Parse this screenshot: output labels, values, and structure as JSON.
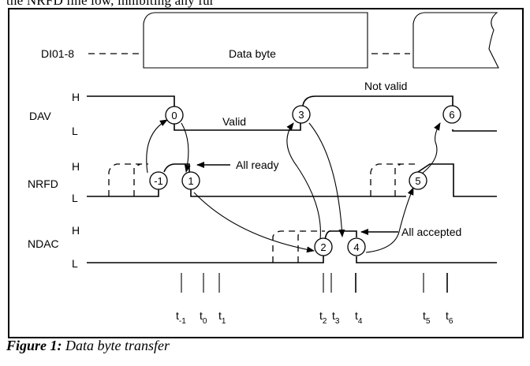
{
  "header_cut_text": "the NRFD line low, inhibiting any fur",
  "caption": {
    "prefix": "Figure 1:",
    "text": "Data byte transfer"
  },
  "signals": {
    "data_bus": {
      "name": "DI01-8",
      "box_label": "Data byte"
    },
    "dav": {
      "name": "DAV",
      "high": "H",
      "low": "L",
      "valid_label": "Valid",
      "not_valid_label": "Not valid"
    },
    "nrfd": {
      "name": "NRFD",
      "high": "H",
      "low": "L",
      "annotation": "All ready"
    },
    "ndac": {
      "name": "NDAC",
      "high": "H",
      "low": "L",
      "annotation": "All accepted"
    }
  },
  "events": [
    {
      "id": "-1",
      "label": "-1"
    },
    {
      "id": "0",
      "label": "0"
    },
    {
      "id": "1",
      "label": "1"
    },
    {
      "id": "2",
      "label": "2"
    },
    {
      "id": "3",
      "label": "3"
    },
    {
      "id": "4",
      "label": "4"
    },
    {
      "id": "5",
      "label": "5"
    },
    {
      "id": "6",
      "label": "6"
    }
  ],
  "time_marks": [
    {
      "base": "t",
      "sub": "-1"
    },
    {
      "base": "t",
      "sub": "0"
    },
    {
      "base": "t",
      "sub": "1"
    },
    {
      "base": "t",
      "sub": "2"
    },
    {
      "base": "t",
      "sub": "3"
    },
    {
      "base": "t",
      "sub": "4"
    },
    {
      "base": "t",
      "sub": "5"
    },
    {
      "base": "t",
      "sub": "6"
    }
  ]
}
